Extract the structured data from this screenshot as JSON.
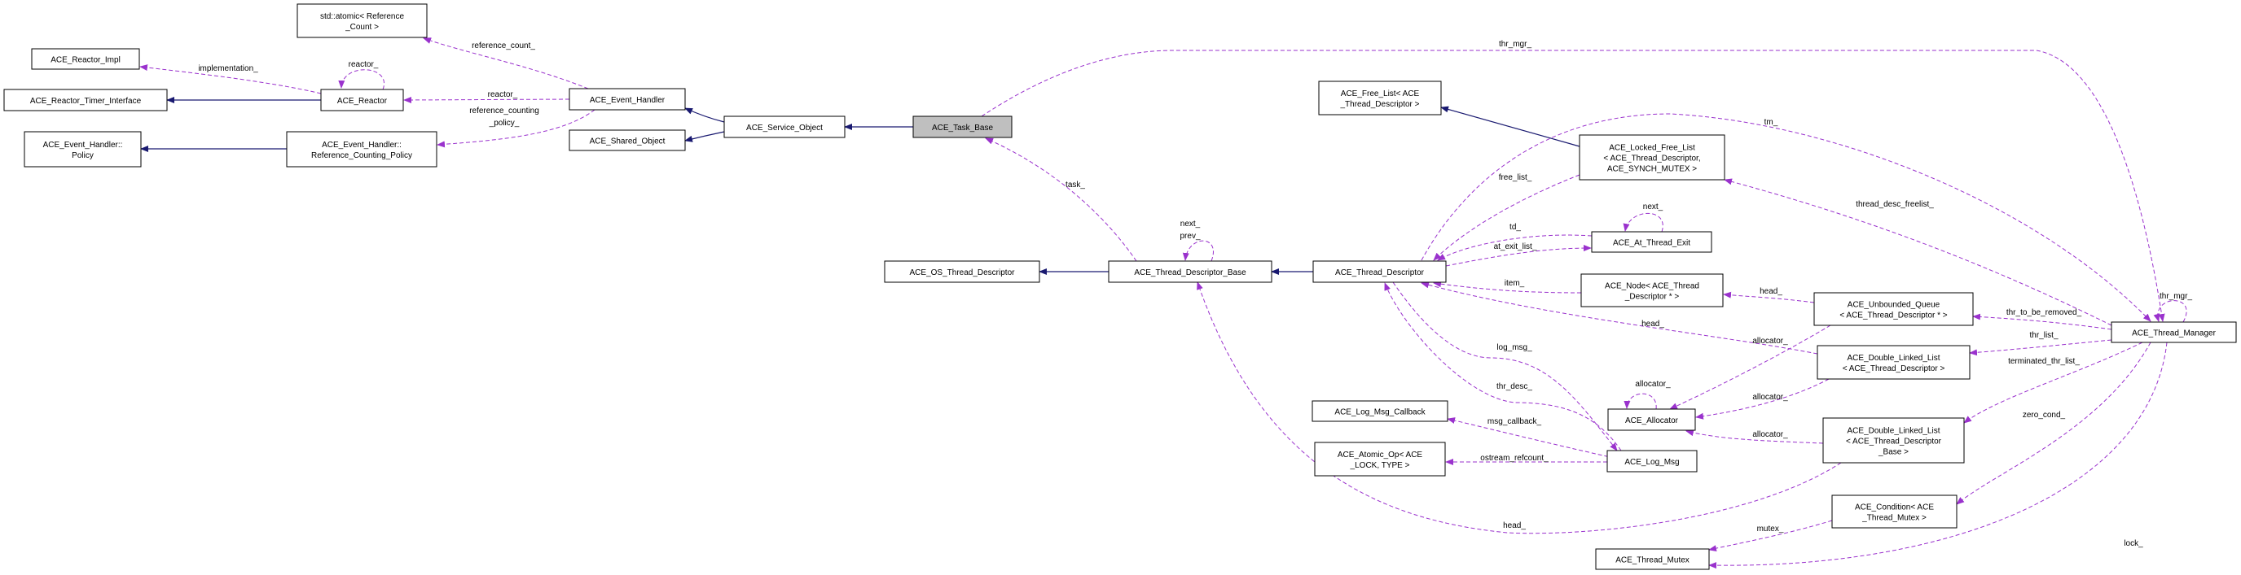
{
  "colors": {
    "inheritance": "#191970",
    "usage": "#9a32cd",
    "focus_fill": "#bfbfbf"
  },
  "nodes": [
    {
      "id": "atomic",
      "lines": [
        "std::atomic< Reference",
        "_Count >"
      ]
    },
    {
      "id": "reactor_impl",
      "lines": [
        "ACE_Reactor_Impl"
      ]
    },
    {
      "id": "timer_if",
      "lines": [
        "ACE_Reactor_Timer_Interface"
      ]
    },
    {
      "id": "reactor",
      "lines": [
        "ACE_Reactor"
      ]
    },
    {
      "id": "event_handler",
      "lines": [
        "ACE_Event_Handler"
      ]
    },
    {
      "id": "shared_object",
      "lines": [
        "ACE_Shared_Object"
      ]
    },
    {
      "id": "policy",
      "lines": [
        "ACE_Event_Handler::",
        "Policy"
      ]
    },
    {
      "id": "ref_policy",
      "lines": [
        "ACE_Event_Handler::",
        "Reference_Counting_Policy"
      ]
    },
    {
      "id": "service_object",
      "lines": [
        "ACE_Service_Object"
      ]
    },
    {
      "id": "task_base",
      "lines": [
        "ACE_Task_Base"
      ],
      "focus": true
    },
    {
      "id": "free_list",
      "lines": [
        "ACE_Free_List< ACE",
        "_Thread_Descriptor >"
      ]
    },
    {
      "id": "os_td",
      "lines": [
        "ACE_OS_Thread_Descriptor"
      ]
    },
    {
      "id": "tdb",
      "lines": [
        "ACE_Thread_Descriptor_Base"
      ]
    },
    {
      "id": "td",
      "lines": [
        "ACE_Thread_Descriptor"
      ]
    },
    {
      "id": "lfl",
      "lines": [
        "ACE_Locked_Free_List",
        "< ACE_Thread_Descriptor,",
        " ACE_SYNCH_MUTEX >"
      ]
    },
    {
      "id": "ate",
      "lines": [
        "ACE_At_Thread_Exit"
      ]
    },
    {
      "id": "node",
      "lines": [
        "ACE_Node< ACE_Thread",
        "_Descriptor * >"
      ]
    },
    {
      "id": "uq",
      "lines": [
        "ACE_Unbounded_Queue",
        "< ACE_Thread_Descriptor * >"
      ]
    },
    {
      "id": "dll_td",
      "lines": [
        "ACE_Double_Linked_List",
        "< ACE_Thread_Descriptor >"
      ]
    },
    {
      "id": "allocator",
      "lines": [
        "ACE_Allocator"
      ]
    },
    {
      "id": "log_cb",
      "lines": [
        "ACE_Log_Msg_Callback"
      ]
    },
    {
      "id": "atomic_op",
      "lines": [
        "ACE_Atomic_Op< ACE",
        "_LOCK, TYPE >"
      ]
    },
    {
      "id": "log_msg",
      "lines": [
        "ACE_Log_Msg"
      ]
    },
    {
      "id": "dll_tdb",
      "lines": [
        "ACE_Double_Linked_List",
        "< ACE_Thread_Descriptor",
        "_Base >"
      ]
    },
    {
      "id": "condition",
      "lines": [
        "ACE_Condition< ACE",
        "_Thread_Mutex >"
      ]
    },
    {
      "id": "thread_mutex",
      "lines": [
        "ACE_Thread_Mutex"
      ]
    },
    {
      "id": "tm",
      "lines": [
        "ACE_Thread_Manager"
      ]
    }
  ],
  "edges": [
    {
      "id": "e1",
      "kind": "inherit",
      "from": "reactor",
      "to": "timer_if",
      "label": []
    },
    {
      "id": "e2",
      "kind": "inherit",
      "from": "ref_policy",
      "to": "policy",
      "label": []
    },
    {
      "id": "e3",
      "kind": "inherit",
      "from": "service_object",
      "to": "event_handler",
      "label": []
    },
    {
      "id": "e4",
      "kind": "inherit",
      "from": "service_object",
      "to": "shared_object",
      "label": []
    },
    {
      "id": "e5",
      "kind": "inherit",
      "from": "task_base",
      "to": "service_object",
      "label": []
    },
    {
      "id": "e6",
      "kind": "inherit",
      "from": "tdb",
      "to": "os_td",
      "label": []
    },
    {
      "id": "e7",
      "kind": "inherit",
      "from": "td",
      "to": "tdb",
      "label": []
    },
    {
      "id": "e8",
      "kind": "inherit",
      "from": "lfl",
      "to": "free_list",
      "label": []
    },
    {
      "id": "u1",
      "kind": "use",
      "from": "event_handler",
      "to": "atomic",
      "label": [
        "reference_count_"
      ]
    },
    {
      "id": "u2",
      "kind": "use",
      "from": "reactor",
      "to": "reactor_impl",
      "label": [
        "implementation_"
      ]
    },
    {
      "id": "u3",
      "kind": "use",
      "from": "reactor",
      "to": "reactor",
      "label": [
        "reactor_"
      ]
    },
    {
      "id": "u4",
      "kind": "use",
      "from": "event_handler",
      "to": "reactor",
      "label": [
        "reactor_"
      ]
    },
    {
      "id": "u5",
      "kind": "use",
      "from": "event_handler",
      "to": "ref_policy",
      "label": [
        "reference_counting",
        "_policy_"
      ]
    },
    {
      "id": "u6",
      "kind": "use",
      "from": "tdb",
      "to": "task_base",
      "label": [
        "task_"
      ]
    },
    {
      "id": "u7",
      "kind": "use",
      "from": "tdb",
      "to": "tdb",
      "label": [
        "next_",
        "prev_"
      ]
    },
    {
      "id": "u8",
      "kind": "use",
      "from": "task_base",
      "to": "tm",
      "label": [
        "thr_mgr_"
      ]
    },
    {
      "id": "u9",
      "kind": "use",
      "from": "td",
      "to": "tm",
      "label": [
        "tm_"
      ]
    },
    {
      "id": "u10",
      "kind": "use",
      "from": "lfl",
      "to": "td",
      "label": [
        "free_list_"
      ]
    },
    {
      "id": "u11",
      "kind": "use",
      "from": "ate",
      "to": "td",
      "label": [
        "td_"
      ]
    },
    {
      "id": "u12",
      "kind": "use",
      "from": "td",
      "to": "ate",
      "label": [
        "at_exit_list_"
      ]
    },
    {
      "id": "u13",
      "kind": "use",
      "from": "ate",
      "to": "ate",
      "label": [
        "next_"
      ]
    },
    {
      "id": "u14",
      "kind": "use",
      "from": "node",
      "to": "td",
      "label": [
        "item_"
      ]
    },
    {
      "id": "u15",
      "kind": "use",
      "from": "uq",
      "to": "node",
      "label": [
        "head_"
      ]
    },
    {
      "id": "u16",
      "kind": "use",
      "from": "dll_td",
      "to": "td",
      "label": [
        "head_"
      ]
    },
    {
      "id": "u17",
      "kind": "use",
      "from": "td",
      "to": "log_msg",
      "label": [
        "log_msg_"
      ]
    },
    {
      "id": "u18",
      "kind": "use",
      "from": "log_msg",
      "to": "td",
      "label": [
        "thr_desc_"
      ]
    },
    {
      "id": "u19",
      "kind": "use",
      "from": "log_msg",
      "to": "log_cb",
      "label": [
        "msg_callback_"
      ]
    },
    {
      "id": "u20",
      "kind": "use",
      "from": "log_msg",
      "to": "atomic_op",
      "label": [
        "ostream_refcount_"
      ]
    },
    {
      "id": "u21",
      "kind": "use",
      "from": "uq",
      "to": "allocator",
      "label": [
        "allocator_"
      ]
    },
    {
      "id": "u22",
      "kind": "use",
      "from": "allocator",
      "to": "allocator",
      "label": [
        "allocator_"
      ]
    },
    {
      "id": "u23",
      "kind": "use",
      "from": "dll_td",
      "to": "allocator",
      "label": [
        "allocator_"
      ]
    },
    {
      "id": "u24",
      "kind": "use",
      "from": "dll_tdb",
      "to": "allocator",
      "label": [
        "allocator_"
      ]
    },
    {
      "id": "u25",
      "kind": "use",
      "from": "dll_tdb",
      "to": "tdb",
      "label": [
        "head_"
      ]
    },
    {
      "id": "u26",
      "kind": "use",
      "from": "condition",
      "to": "thread_mutex",
      "label": [
        "mutex_"
      ]
    },
    {
      "id": "u27",
      "kind": "use",
      "from": "tm",
      "to": "thread_mutex",
      "label": [
        "lock_"
      ]
    },
    {
      "id": "u28",
      "kind": "use",
      "from": "tm",
      "to": "condition",
      "label": [
        "zero_cond_"
      ]
    },
    {
      "id": "u29",
      "kind": "use",
      "from": "tm",
      "to": "dll_tdb",
      "label": [
        "terminated_thr_list_"
      ]
    },
    {
      "id": "u30",
      "kind": "use",
      "from": "tm",
      "to": "dll_td",
      "label": [
        "thr_list_"
      ]
    },
    {
      "id": "u31",
      "kind": "use",
      "from": "tm",
      "to": "uq",
      "label": [
        "thr_to_be_removed_"
      ]
    },
    {
      "id": "u32",
      "kind": "use",
      "from": "tm",
      "to": "lfl",
      "label": [
        "thread_desc_freelist_"
      ]
    },
    {
      "id": "u33",
      "kind": "use",
      "from": "tm",
      "to": "tm",
      "label": [
        "thr_mgr_"
      ]
    }
  ]
}
